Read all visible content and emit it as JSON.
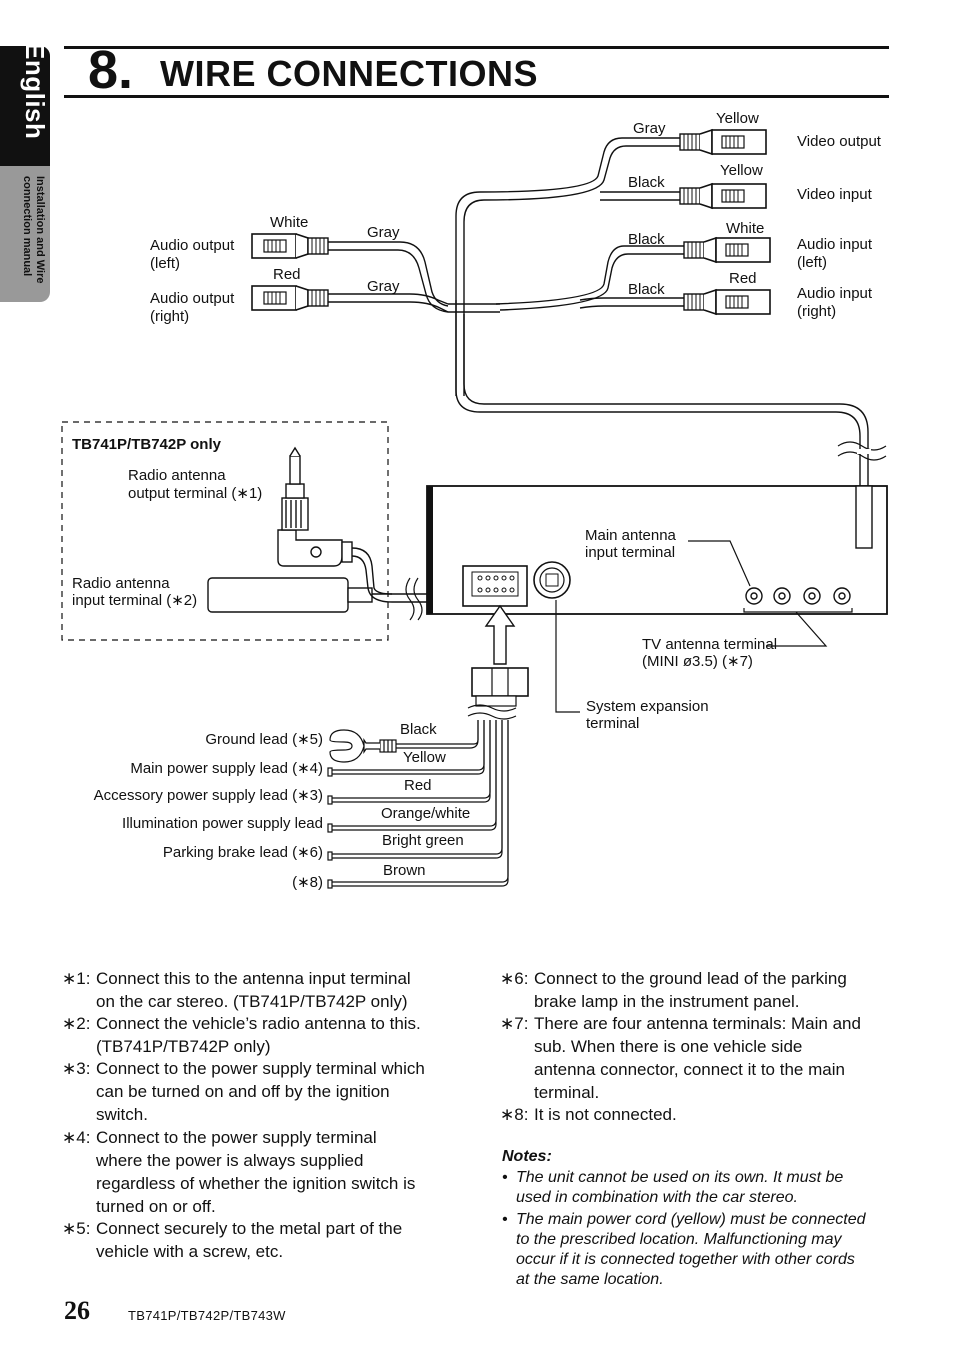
{
  "side_tab": {
    "language": "English",
    "subtitle_line1": "Installation and Wire",
    "subtitle_line2": "connection manual"
  },
  "header": {
    "number": "8.",
    "title": "WIRE CONNECTIONS"
  },
  "diagram": {
    "rca_left": {
      "white": "White",
      "red": "Red",
      "gray1": "Gray",
      "gray2": "Gray",
      "audio_output_left_1": "Audio output",
      "audio_output_left_2": "(left)",
      "audio_output_right_1": "Audio output",
      "audio_output_right_2": "(right)"
    },
    "rca_right": {
      "gray": "Gray",
      "yellow1": "Yellow",
      "video_output": "Video output",
      "black1": "Black",
      "yellow2": "Yellow",
      "video_input": "Video input",
      "black2": "Black",
      "white": "White",
      "audio_input_left_1": "Audio input",
      "audio_input_left_2": "(left)",
      "black3": "Black",
      "red": "Red",
      "audio_input_right_1": "Audio input",
      "audio_input_right_2": "(right)"
    },
    "box": {
      "heading": "TB741P/TB742P only",
      "radio_out_1": "Radio antenna",
      "radio_out_2": "output terminal (∗1)",
      "radio_in_1": "Radio antenna",
      "radio_in_2": "input terminal (∗2)"
    },
    "unit": {
      "main_antenna_1": "Main antenna",
      "main_antenna_2": "input terminal",
      "tv_antenna_1": "TV antenna terminal",
      "tv_antenna_2": "(MINI ø3.5) (∗7)",
      "sys_exp_1": "System expansion",
      "sys_exp_2": "terminal"
    },
    "leads": [
      {
        "label": "Ground lead (∗5)",
        "color": "Black"
      },
      {
        "label": "Main power supply lead (∗4)",
        "color": "Yellow"
      },
      {
        "label": "Accessory power supply lead (∗3)",
        "color": "Red"
      },
      {
        "label": "Illumination power supply lead",
        "color": "Orange/white"
      },
      {
        "label": "Parking brake lead (∗6)",
        "color": "Bright green"
      },
      {
        "label": "(∗8)",
        "color": "Brown"
      }
    ]
  },
  "footnotes_left": [
    {
      "mark": "∗1:",
      "lines": [
        "Connect this to the antenna input terminal",
        "on the car stereo. (TB741P/TB742P only)"
      ]
    },
    {
      "mark": "∗2:",
      "lines": [
        "Connect the vehicle’s radio antenna to this.",
        "(TB741P/TB742P only)"
      ]
    },
    {
      "mark": "∗3:",
      "lines": [
        "Connect to the power supply terminal which",
        "can be turned on and off by the ignition",
        "switch."
      ]
    },
    {
      "mark": "∗4:",
      "lines": [
        "Connect to the power supply terminal",
        "where the power is always supplied",
        "regardless of whether the ignition switch is",
        "turned on or off."
      ]
    },
    {
      "mark": "∗5:",
      "lines": [
        "Connect securely to the metal part of the",
        "vehicle with a screw, etc."
      ]
    }
  ],
  "footnotes_right": [
    {
      "mark": "∗6:",
      "lines": [
        "Connect to the ground lead of the parking",
        "brake lamp in the instrument panel."
      ]
    },
    {
      "mark": "∗7:",
      "lines": [
        "There are four antenna terminals: Main and",
        "sub. When there is one vehicle side",
        "antenna connector, connect it to the main",
        "terminal."
      ]
    },
    {
      "mark": "∗8:",
      "lines": [
        "It is not connected."
      ]
    }
  ],
  "notes": {
    "heading": "Notes:",
    "items": [
      {
        "bullet": "•",
        "lines": [
          "The unit cannot be used on its own.  It must be",
          "used in combination with the car stereo."
        ]
      },
      {
        "bullet": "•",
        "lines": [
          "The main power cord (yellow) must be connected",
          "to the prescribed location. Malfunctioning may",
          "occur if it is connected together with other cords",
          "at the same location."
        ]
      }
    ]
  },
  "footer": {
    "page_number": "26",
    "model": "TB741P/TB742P/TB743W"
  }
}
